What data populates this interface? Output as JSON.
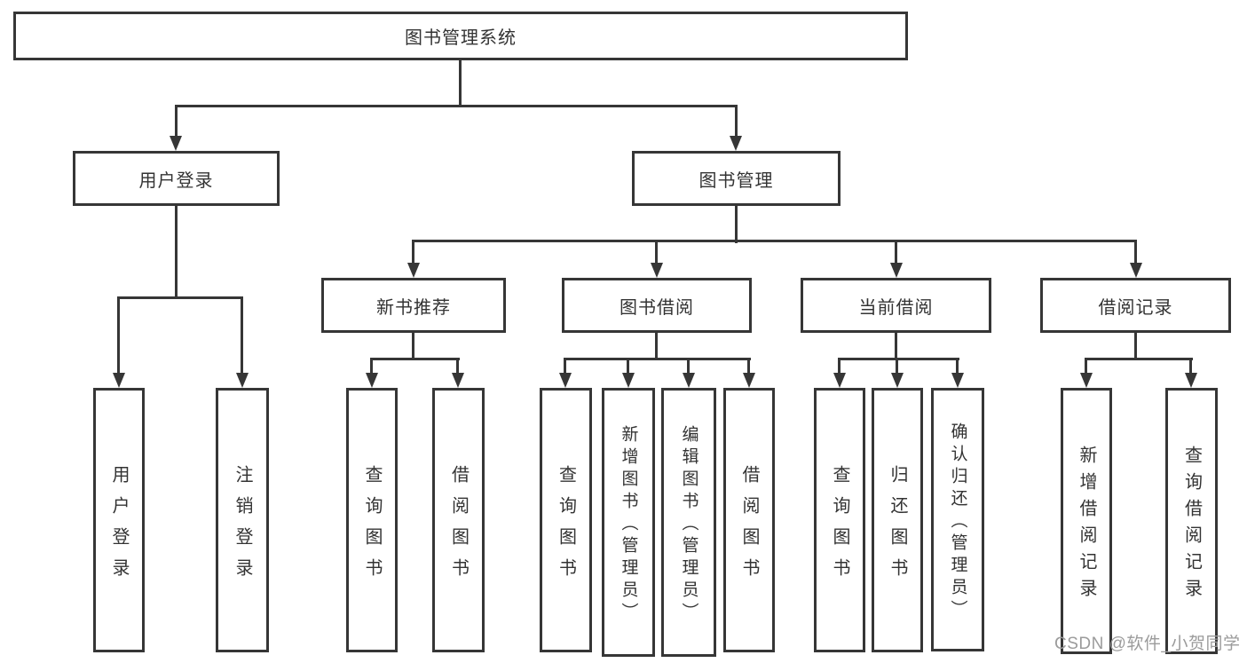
{
  "diagram_title": "图书管理系统",
  "tree": {
    "root": {
      "label": "图书管理系统"
    },
    "level2": [
      {
        "label": "用户登录"
      },
      {
        "label": "图书管理"
      }
    ],
    "level3": [
      {
        "label": "新书推荐"
      },
      {
        "label": "图书借阅"
      },
      {
        "label": "当前借阅"
      },
      {
        "label": "借阅记录"
      }
    ],
    "leaves": {
      "user_login": [
        {
          "label": "用户登录"
        },
        {
          "label": "注销登录"
        }
      ],
      "new_book_rec": [
        {
          "label": "查询图书"
        },
        {
          "label": "借阅图书"
        }
      ],
      "book_borrow": [
        {
          "label": "查询图书"
        },
        {
          "label": "新增图书（管理员）"
        },
        {
          "label": "编辑图书（管理员）"
        },
        {
          "label": "借阅图书"
        }
      ],
      "current_borrow": [
        {
          "label": "查询图书"
        },
        {
          "label": "归还图书"
        },
        {
          "label": "确认归还（管理员）"
        }
      ],
      "borrow_records": [
        {
          "label": "新增借阅记录"
        },
        {
          "label": "查询借阅记录"
        }
      ]
    }
  },
  "watermark": {
    "text": "CSDN @软件_小贺同学"
  },
  "colors": {
    "line": "#363636",
    "text": "#333333",
    "watermark": "#9b9b9b",
    "background": "#ffffff"
  }
}
